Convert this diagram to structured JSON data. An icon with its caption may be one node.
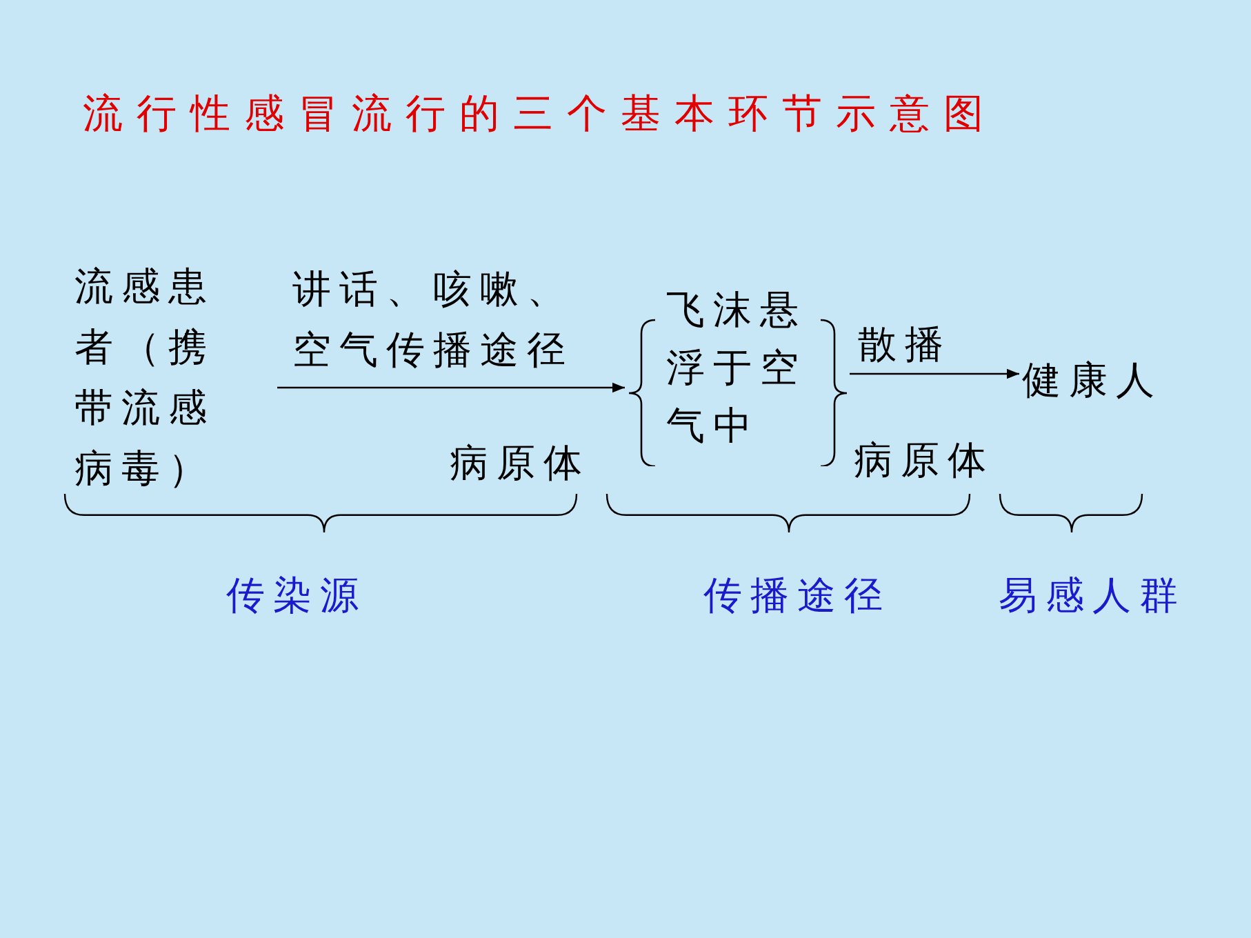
{
  "diagram": {
    "title": "流行性感冒流行的三个基本环节示意图",
    "nodes": [
      {
        "text": [
          "流感患者（携带流感病毒）"
        ]
      },
      {
        "text": [
          "飞沫悬浮于空气中"
        ]
      },
      {
        "text": [
          "健康人"
        ]
      }
    ],
    "edges": [
      {
        "from": 0,
        "to": 1,
        "arrow": "to",
        "label": "讲话、咳嗽、空气传播途径"
      },
      {
        "from": 1,
        "to": 2,
        "arrow": "to",
        "label": "散播"
      }
    ],
    "labels": [
      "病原体",
      "病原体",
      "传染源",
      "传播途径",
      "易感人群"
    ]
  }
}
